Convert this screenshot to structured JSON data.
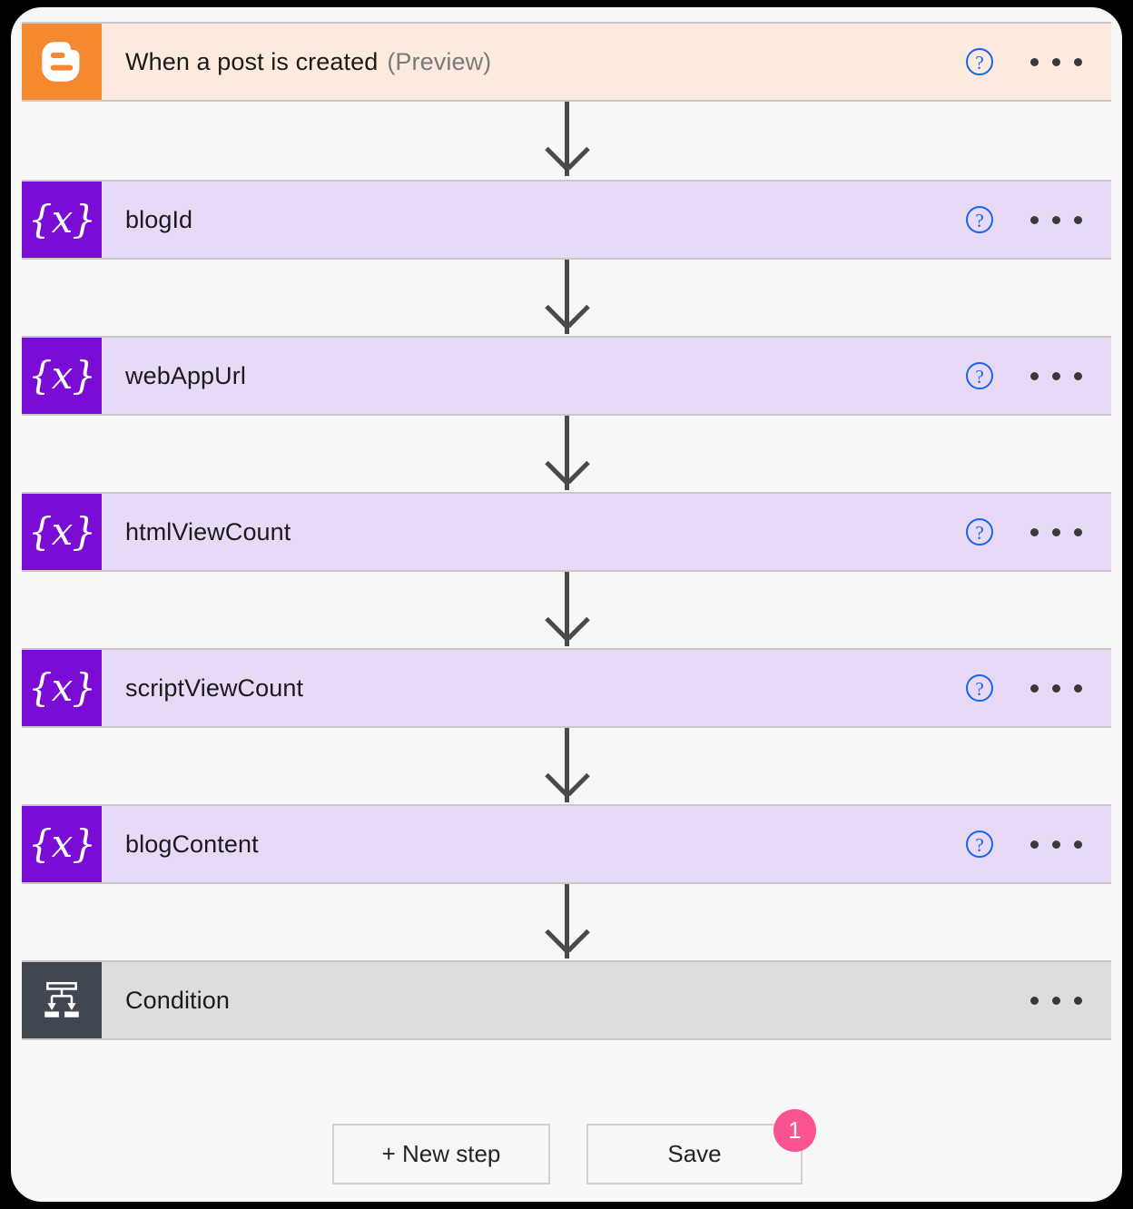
{
  "colors": {
    "trigger_bg": "#fdeade",
    "trigger_icon_bg": "#f4892f",
    "variable_bg": "#e8d9f7",
    "variable_icon_bg": "#7a0cd6",
    "control_bg": "#dddddd",
    "control_icon_bg": "#414751",
    "help_blue": "#1565f0",
    "badge_pink": "#fa5392",
    "arrow_gray": "#4a4a4a",
    "page_bg": "#f7f7f7"
  },
  "steps": [
    {
      "kind": "trigger",
      "icon": "blogger-icon",
      "title": "When a post is created",
      "suffix": "(Preview)",
      "has_help": true,
      "has_menu": true
    },
    {
      "kind": "variable",
      "icon": "variable-braces-icon",
      "title": "blogId",
      "suffix": "",
      "has_help": true,
      "has_menu": true
    },
    {
      "kind": "variable",
      "icon": "variable-braces-icon",
      "title": "webAppUrl",
      "suffix": "",
      "has_help": true,
      "has_menu": true
    },
    {
      "kind": "variable",
      "icon": "variable-braces-icon",
      "title": "htmlViewCount",
      "suffix": "",
      "has_help": true,
      "has_menu": true
    },
    {
      "kind": "variable",
      "icon": "variable-braces-icon",
      "title": "scriptViewCount",
      "suffix": "",
      "has_help": true,
      "has_menu": true
    },
    {
      "kind": "variable",
      "icon": "variable-braces-icon",
      "title": "blogContent",
      "suffix": "",
      "has_help": true,
      "has_menu": true
    },
    {
      "kind": "control",
      "icon": "condition-branch-icon",
      "title": "Condition",
      "suffix": "",
      "has_help": false,
      "has_menu": true
    }
  ],
  "variable_glyph": "{x}",
  "help_glyph": "?",
  "footer": {
    "new_step_label": "+ New step",
    "save_label": "Save",
    "badge_count": "1"
  }
}
